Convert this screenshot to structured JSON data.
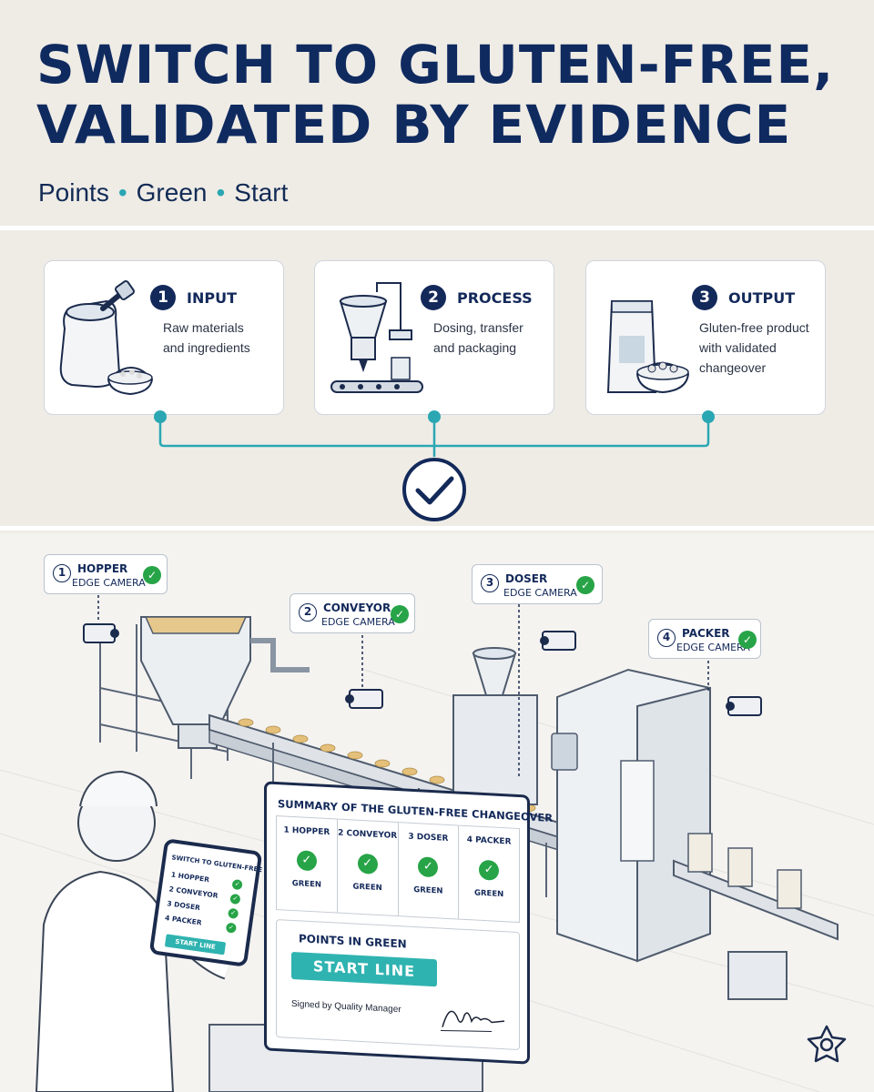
{
  "header": {
    "title_line1": "SWITCH TO GLUTEN-FREE,",
    "title_line2": "VALIDATED BY EVIDENCE",
    "subtitle": [
      "Points",
      "Green",
      "Start"
    ],
    "subtitle_separator": "•"
  },
  "steps": [
    {
      "number": "1",
      "title": "INPUT",
      "desc_line1": "Raw materials",
      "desc_line2": "and ingredients",
      "desc_line3": ""
    },
    {
      "number": "2",
      "title": "PROCESS",
      "desc_line1": "Dosing, transfer",
      "desc_line2": "and packaging",
      "desc_line3": ""
    },
    {
      "number": "3",
      "title": "OUTPUT",
      "desc_line1": "Gluten-free product",
      "desc_line2": "with validated",
      "desc_line3": "changeover"
    }
  ],
  "cameras": [
    {
      "number": "1",
      "name": "HOPPER",
      "label": "EDGE CAMERA"
    },
    {
      "number": "2",
      "name": "CONVEYOR",
      "label": "EDGE CAMERA"
    },
    {
      "number": "3",
      "name": "DOSER",
      "label": "EDGE CAMERA"
    },
    {
      "number": "4",
      "name": "PACKER",
      "label": "EDGE CAMERA"
    }
  ],
  "summary": {
    "title": "SUMMARY OF THE GLUTEN-FREE CHANGEOVER",
    "columns": [
      {
        "label": "1 HOPPER",
        "status": "GREEN"
      },
      {
        "label": "2 CONVEYOR",
        "status": "GREEN"
      },
      {
        "label": "3 DOSER",
        "status": "GREEN"
      },
      {
        "label": "4 PACKER",
        "status": "GREEN"
      }
    ],
    "points_label": "POINTS IN GREEN",
    "start_button": "START LINE",
    "signed": "Signed by Quality Manager"
  },
  "tablet": {
    "title": "SWITCH TO GLUTEN-FREE",
    "rows": [
      "1  HOPPER",
      "2  CONVEYOR",
      "3  DOSER",
      "4  PACKER"
    ],
    "button": "START LINE"
  },
  "icons": {
    "check": "✓"
  },
  "colors": {
    "navy": "#13295a",
    "teal": "#2aa7b3",
    "green": "#27a447",
    "button_teal": "#2fb3b0"
  }
}
